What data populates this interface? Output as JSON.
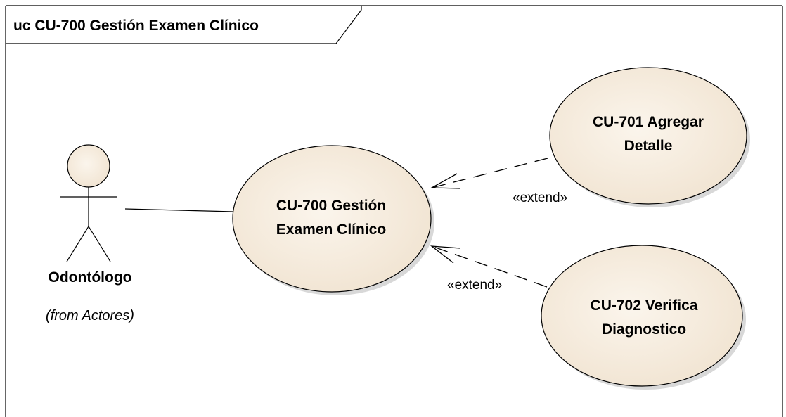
{
  "frame": {
    "label": "uc CU-700 Gestión Examen Clínico"
  },
  "actor": {
    "name": "Odontólogo",
    "origin": "(from Actores)"
  },
  "use_cases": {
    "main": {
      "line1": "CU-700 Gestión",
      "line2": "Examen Clínico"
    },
    "add_detail": {
      "line1": "CU-701 Agregar",
      "line2": "Detalle"
    },
    "verify": {
      "line1": "CU-702 Verifica",
      "line2": "Diagnostico"
    }
  },
  "relationships": {
    "extend_top": "«extend»",
    "extend_bottom": "«extend»"
  },
  "colors": {
    "use_case_fill": "#F5EBDD",
    "stroke": "#000000",
    "shadow": "#C8C8C8"
  }
}
